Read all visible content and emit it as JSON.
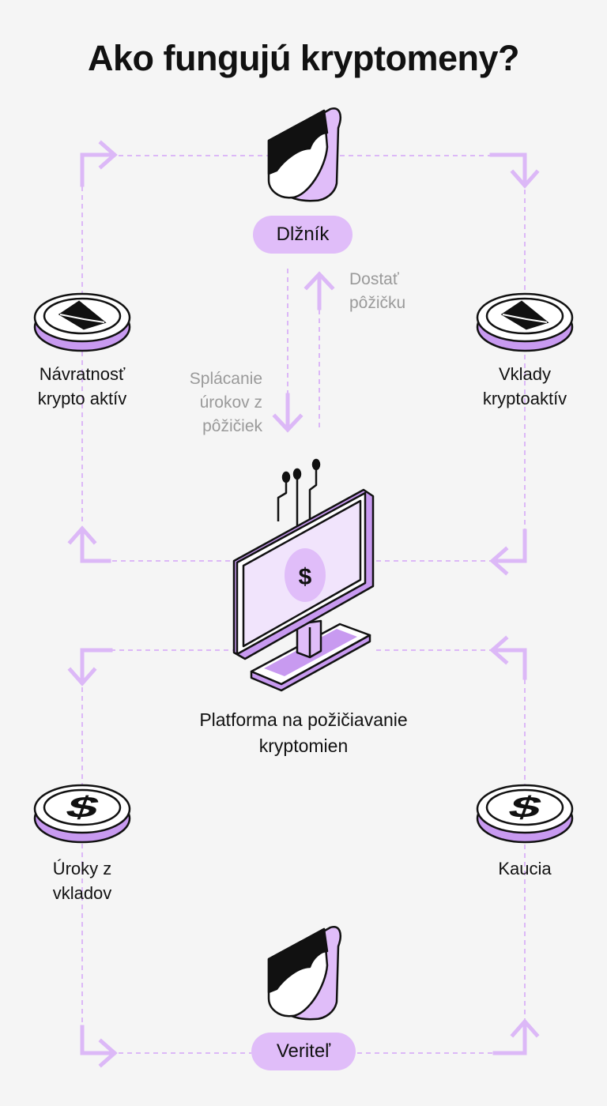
{
  "title": "Ako fungujú kryptomeny?",
  "nodes": {
    "borrower": "Dlžník",
    "lender": "Veriteľ",
    "platform": "Platforma na požičiavanie kryptomien"
  },
  "labels": {
    "return_assets": "Návratnosť krypto aktív",
    "deposits": "Vklady kryptoaktív",
    "interest_deposits": "Úroky z vkladov",
    "collateral": "Kaucia",
    "get_loan": "Dostať pôžičku",
    "repay_interest": "Splácanie úrokov z pôžičiek"
  },
  "colors": {
    "accent": "#e0bdf9",
    "accent_dark": "#c89af0",
    "line": "#dcb8f7",
    "gray_text": "#9a9a9a"
  },
  "icons": [
    "avatar-icon",
    "ethereum-coin-icon",
    "dollar-coin-icon",
    "monitor-icon"
  ]
}
